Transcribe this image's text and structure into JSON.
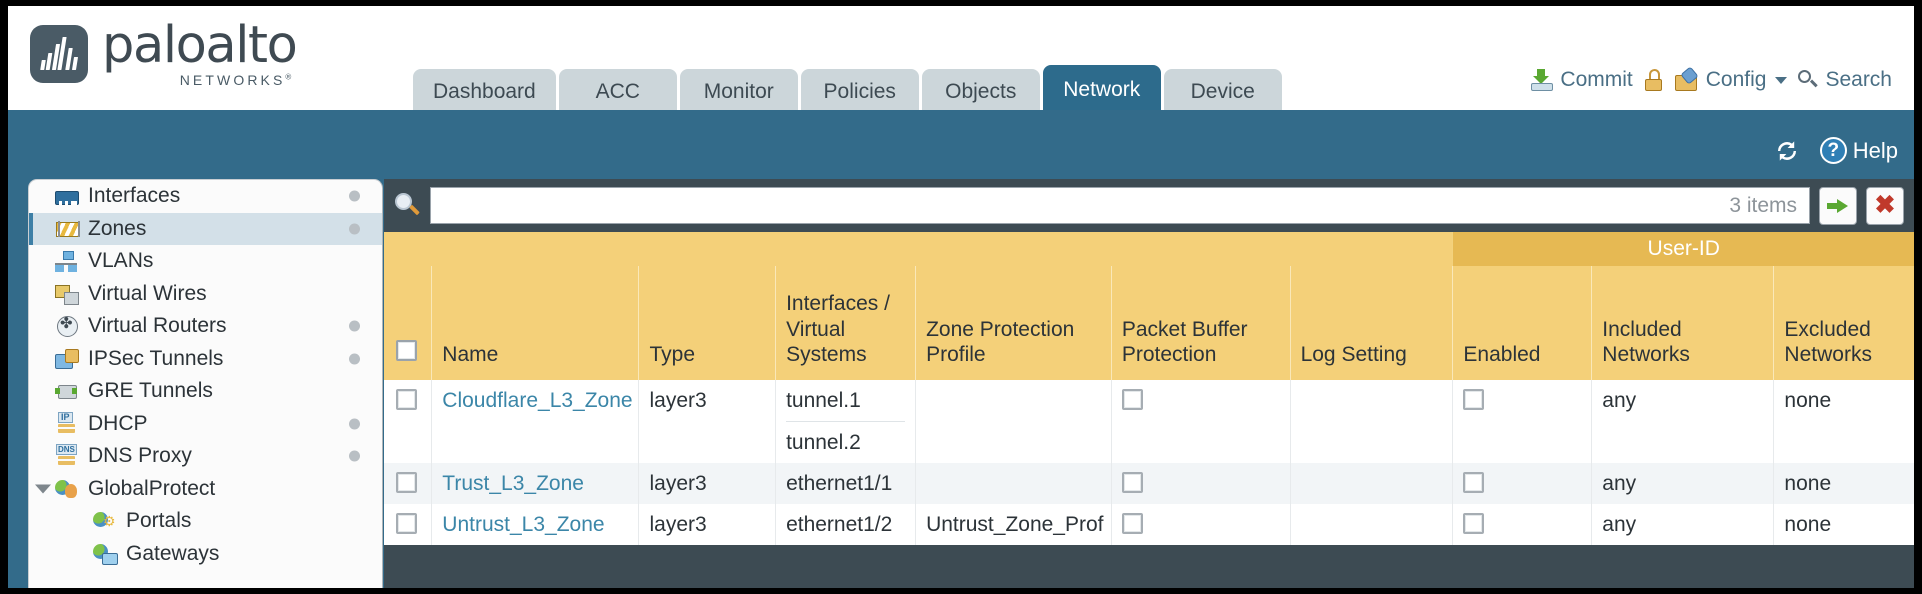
{
  "brand": {
    "word": "paloalto",
    "sub": "NETWORKS",
    "sup": "®"
  },
  "nav": {
    "tabs": [
      {
        "label": "Dashboard",
        "active": false
      },
      {
        "label": "ACC",
        "active": false
      },
      {
        "label": "Monitor",
        "active": false
      },
      {
        "label": "Policies",
        "active": false
      },
      {
        "label": "Objects",
        "active": false
      },
      {
        "label": "Network",
        "active": true
      },
      {
        "label": "Device",
        "active": false
      }
    ],
    "active_tab": "Network",
    "active_tab_color": "#2d6b8c",
    "tab_color": "#ccd6da"
  },
  "top_actions": {
    "commit": "Commit",
    "config": "Config",
    "search": "Search",
    "lock_icon": "lock-icon"
  },
  "band": {
    "help": "Help",
    "help_glyph": "?",
    "color": "#336b8a"
  },
  "sidebar": {
    "items": [
      {
        "label": "Interfaces",
        "icon": "i-interfaces",
        "dot": true,
        "selected": false,
        "child": false,
        "triangle": false
      },
      {
        "label": "Zones",
        "icon": "i-zones",
        "dot": true,
        "selected": true,
        "child": false,
        "triangle": false
      },
      {
        "label": "VLANs",
        "icon": "i-vlans",
        "dot": false,
        "selected": false,
        "child": false,
        "triangle": false
      },
      {
        "label": "Virtual Wires",
        "icon": "i-vwires",
        "dot": false,
        "selected": false,
        "child": false,
        "triangle": false
      },
      {
        "label": "Virtual Routers",
        "icon": "i-vrouters",
        "dot": true,
        "selected": false,
        "child": false,
        "triangle": false
      },
      {
        "label": "IPSec Tunnels",
        "icon": "i-ipsec",
        "dot": true,
        "selected": false,
        "child": false,
        "triangle": false
      },
      {
        "label": "GRE Tunnels",
        "icon": "i-gre",
        "dot": false,
        "selected": false,
        "child": false,
        "triangle": false
      },
      {
        "label": "DHCP",
        "icon": "i-dhcp",
        "dot": true,
        "selected": false,
        "child": false,
        "triangle": false
      },
      {
        "label": "DNS Proxy",
        "icon": "i-dns",
        "dot": true,
        "selected": false,
        "child": false,
        "triangle": false
      },
      {
        "label": "GlobalProtect",
        "icon": "i-gp",
        "dot": false,
        "selected": false,
        "child": false,
        "triangle": true
      },
      {
        "label": "Portals",
        "icon": "i-portals",
        "dot": false,
        "selected": false,
        "child": true,
        "triangle": false
      },
      {
        "label": "Gateways",
        "icon": "i-gateways",
        "dot": false,
        "selected": false,
        "child": true,
        "triangle": false
      }
    ]
  },
  "search": {
    "value": "",
    "placeholder": "",
    "item_count": "3 items",
    "apply_icon": "green-arrow-icon",
    "clear_icon": "red-x-icon"
  },
  "table": {
    "group_header": {
      "label": "User-ID",
      "span": 3,
      "color": "#e6b953"
    },
    "header_color": "#f4d079",
    "columns": [
      "Name",
      "Type",
      "Interfaces / Virtual Systems",
      "Zone Protection Profile",
      "Packet Buffer Protection",
      "Log Setting",
      "Enabled",
      "Included Networks",
      "Excluded Networks"
    ],
    "rows": [
      {
        "name": "Cloudflare_L3_Zone",
        "type": "layer3",
        "interfaces": [
          "tunnel.1",
          "tunnel.2"
        ],
        "zone_protection_profile": "",
        "packet_buffer_protection": false,
        "log_setting": "",
        "enabled": false,
        "included_networks": "any",
        "excluded_networks": "none",
        "alt": false
      },
      {
        "name": "Trust_L3_Zone",
        "type": "layer3",
        "interfaces": [
          "ethernet1/1"
        ],
        "zone_protection_profile": "",
        "packet_buffer_protection": false,
        "log_setting": "",
        "enabled": false,
        "included_networks": "any",
        "excluded_networks": "none",
        "alt": true
      },
      {
        "name": "Untrust_L3_Zone",
        "type": "layer3",
        "interfaces": [
          "ethernet1/2"
        ],
        "zone_protection_profile": "Untrust_Zone_Prof",
        "packet_buffer_protection": false,
        "log_setting": "",
        "enabled": false,
        "included_networks": "any",
        "excluded_networks": "none",
        "alt": false
      }
    ]
  }
}
